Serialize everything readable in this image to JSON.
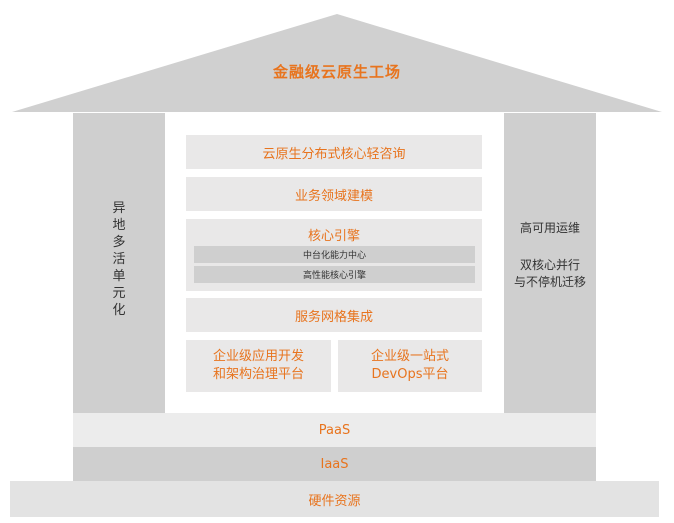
{
  "roof": {
    "title": "金融级云原生工场"
  },
  "left_pillar": {
    "chars": [
      "异",
      "地",
      "多",
      "活",
      "单",
      "元",
      "化"
    ]
  },
  "right_pillar": {
    "line1": "高可用运维",
    "line2": "双核心并行",
    "line3": "与不停机迁移"
  },
  "center": {
    "consulting": "云原生分布式核心轻咨询",
    "modeling": "业务领域建模",
    "engine": {
      "title": "核心引擎",
      "sub1": "中台化能力中心",
      "sub2": "高性能核心引擎"
    },
    "mesh": "服务网格集成",
    "app_platform": {
      "line1": "企业级应用开发",
      "line2": "和架构治理平台"
    },
    "devops": {
      "line1": "企业级一站式",
      "line2": "DevOps平台"
    }
  },
  "layers": {
    "paas": "PaaS",
    "iaas": "IaaS",
    "hardware": "硬件资源"
  },
  "colors": {
    "accent": "#e8741e",
    "pillar": "#cfcfcf",
    "block": "#e9e8e8",
    "roof": "#d0d0d0"
  }
}
